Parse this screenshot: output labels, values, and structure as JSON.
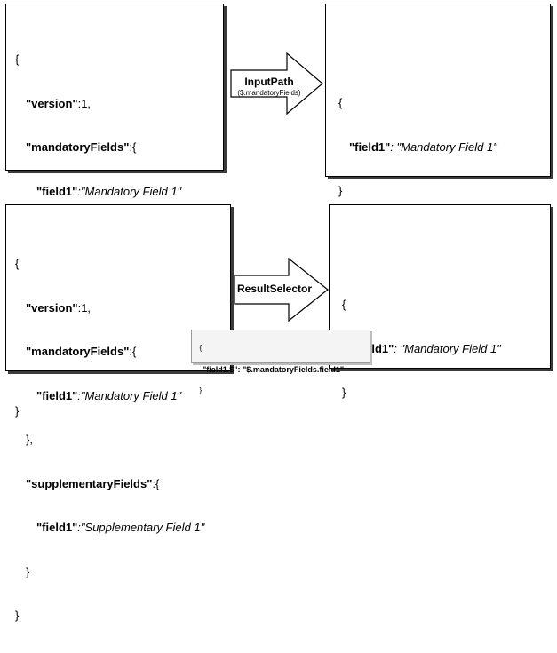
{
  "input_json": {
    "open": "{",
    "version_key": "\"version\"",
    "version_val": ":1,",
    "mandatory_key": "\"mandatoryFields\"",
    "mandatory_open": ":{",
    "mandatory_field_key": "\"field1\"",
    "mandatory_field_val": ":\"Mandatory Field 1\"",
    "mandatory_close": "},",
    "supplementary_key": "\"supplementaryFields\"",
    "supplementary_open": ":{",
    "supplementary_field_key": "\"field1\"",
    "supplementary_field_val": ":\"Supplementary Field 1\"",
    "supplementary_close": "}",
    "close": "}"
  },
  "output_json": {
    "open": "{",
    "field_key": "\"field1\"",
    "field_val": ": \"Mandatory Field 1\"",
    "close": "}"
  },
  "arrow_top": {
    "label": "InputPath",
    "sublabel": "($.mandatoryFields)"
  },
  "arrow_bottom": {
    "label": "ResultSelector"
  },
  "result_selector_box": {
    "open": "{",
    "body": "\"field1.$\": \"$.mandatoryFields.field1\"",
    "close": "}"
  }
}
